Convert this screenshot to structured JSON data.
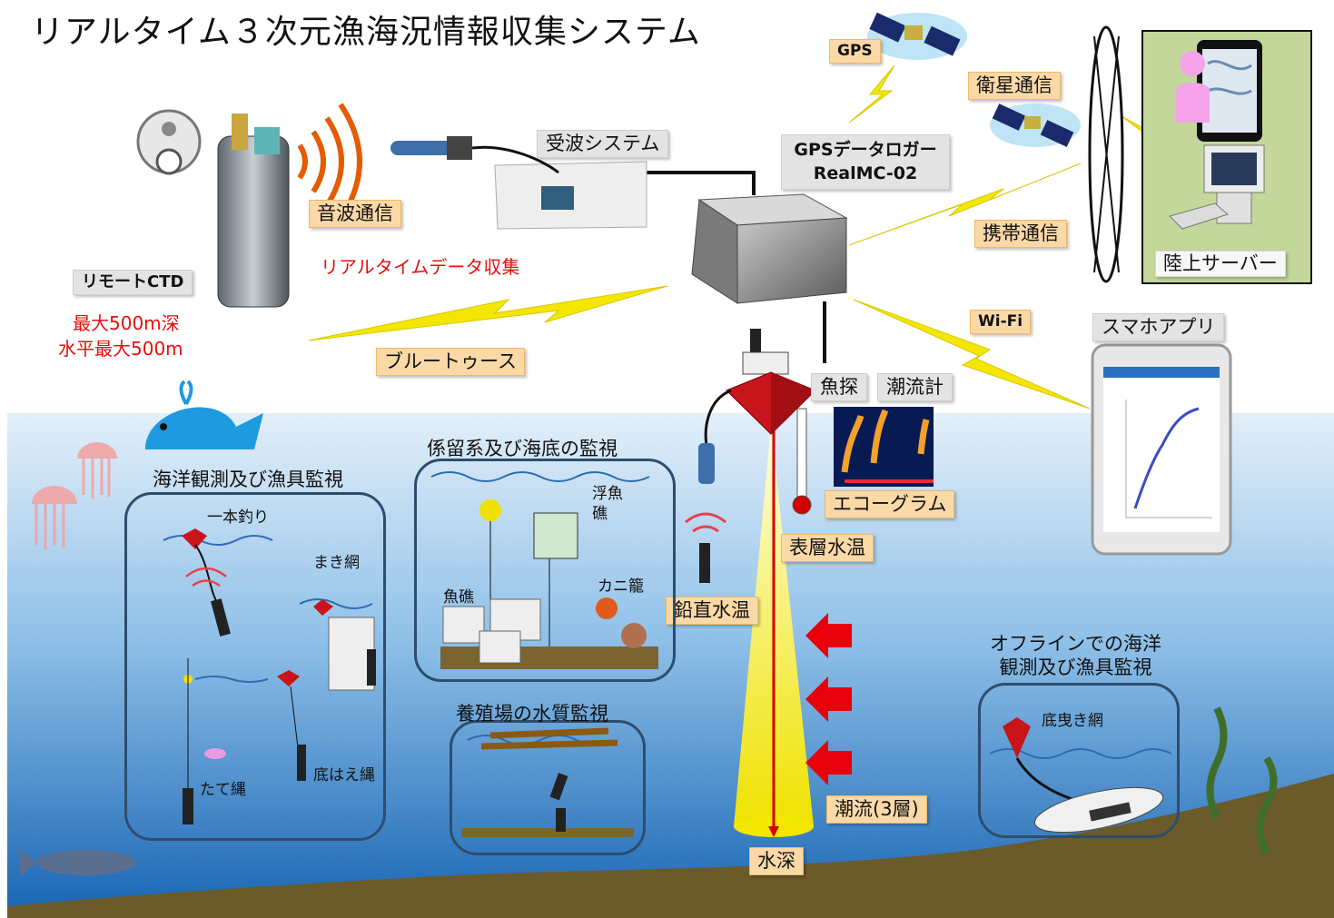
{
  "title": "リアルタイム３次元漁海況情報収集システム",
  "labels": {
    "gps": "GPS",
    "satellite": "衛星通信",
    "receiver": "受波システム",
    "gps_logger_line1": "GPSデータロガー",
    "gps_logger_line2": "RealMC-02",
    "acoustic": "音波通信",
    "mobile": "携帯通信",
    "land_server": "陸上サーバー",
    "realtime_collect": "リアルタイムデータ収集",
    "remote_ctd": "リモートCTD",
    "depth_line1": "最大500m深",
    "depth_line2": "水平最大500m",
    "wifi": "Wi-Fi",
    "smartphone_app": "スマホアプリ",
    "bluetooth": "ブルートゥース",
    "fish_finder": "魚探",
    "current_meter": "潮流計",
    "echogram": "エコーグラム",
    "surface_temp": "表層水温",
    "vertical_temp": "鉛直水温",
    "current_3layers": "潮流(3層)",
    "water_depth": "水深"
  },
  "panels": {
    "ocean_obs": {
      "title": "海洋観測及び漁具監視",
      "items": [
        "一本釣り",
        "まき網",
        "たて縄",
        "底はえ縄"
      ]
    },
    "mooring": {
      "title": "係留系及び海底の監視",
      "items": [
        "浮魚",
        "礁",
        "魚礁",
        "カニ籠"
      ]
    },
    "aquaculture": {
      "title": "養殖場の水質監視"
    },
    "offline": {
      "title_line1": "オフラインでの海洋",
      "title_line2": "観測及び漁具監視",
      "items": [
        "底曳き網"
      ]
    }
  },
  "colors": {
    "sea_top": "#dbeaf6",
    "sea_bottom": "#1f6fba",
    "seabed": "#6b5a2a",
    "accent_red": "#e4100c",
    "panel_border": "#2e4d6e",
    "beam_yellow": "#f3e600"
  }
}
